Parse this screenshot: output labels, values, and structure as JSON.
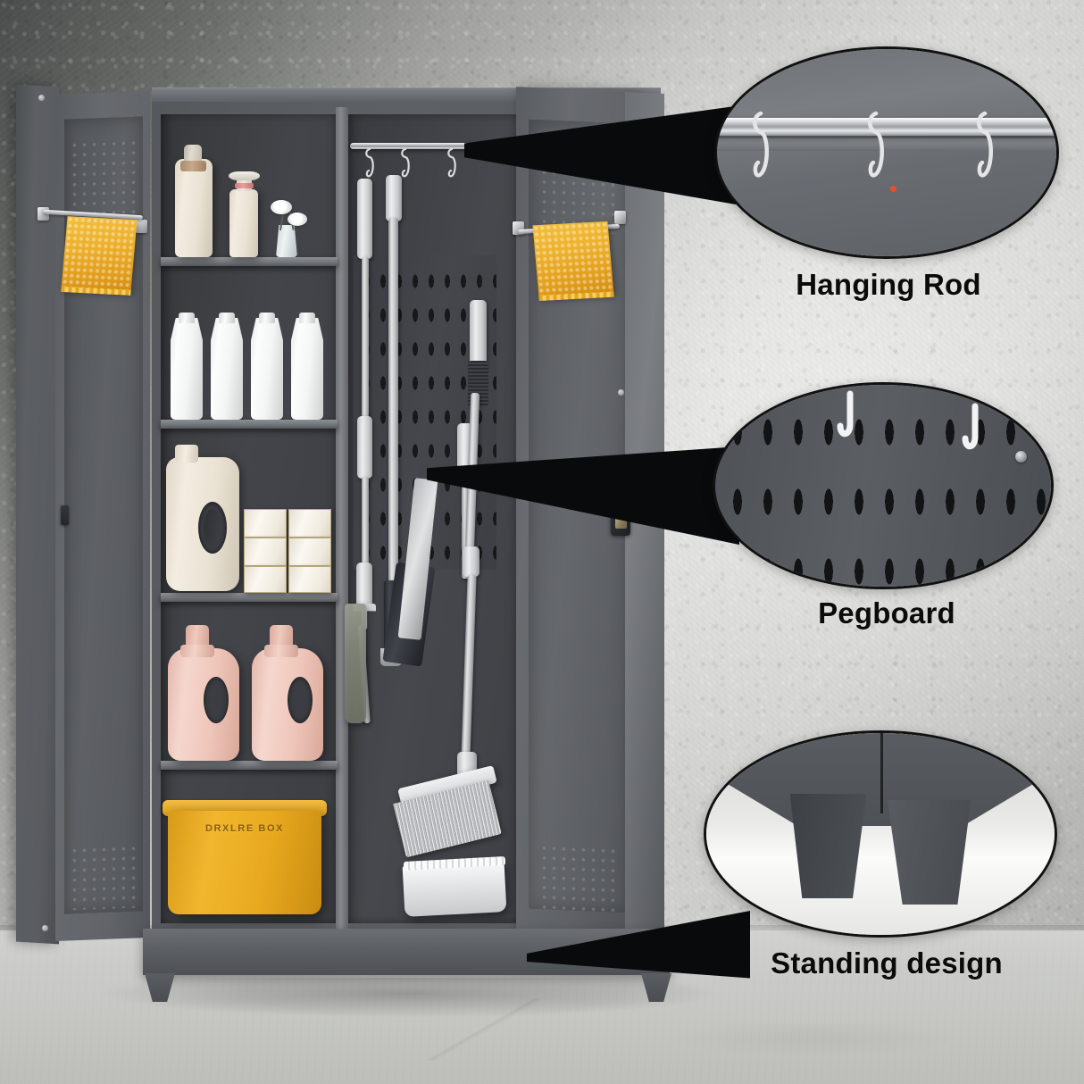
{
  "scene": {
    "title": "Metal storage cabinet product feature infographic",
    "background": {
      "wall_name": "textured-concrete-wall",
      "floor_name": "polished-concrete-floor",
      "wall_color": "#c6c7c4",
      "floor_color": "#cbccc9"
    }
  },
  "product": {
    "name": "Tall metal cleaning supply cabinet",
    "body_color": "#5a5d61",
    "interior_color": "#3d3f44",
    "accent_color": "#edb02c",
    "doors": {
      "left_label": "left-door",
      "right_label": "right-door",
      "state": "open",
      "vent_pattern": "perforated-dot-vents",
      "lock_label": "door-lock"
    },
    "hardware": {
      "rod_color": "#c8cacc",
      "hook_count": 3,
      "pegboard_color": "#42444a",
      "towel_bar_color": "#c4c6c8"
    },
    "towels": [
      {
        "name": "left-door-towel",
        "color": "#edb02c"
      },
      {
        "name": "right-door-towel",
        "color": "#edb02c"
      }
    ],
    "shelves": [
      {
        "index": 1,
        "name": "shelf-top",
        "items": [
          {
            "name": "detergent-bottle-large",
            "color": "#f1ece2"
          },
          {
            "name": "pump-dispenser-bottle",
            "color": "#f3efe6"
          },
          {
            "name": "flower-vase-decor",
            "color": "#e8edef"
          }
        ]
      },
      {
        "index": 2,
        "name": "shelf-second",
        "items": [
          {
            "name": "cleaner-bottle-white-1",
            "color": "#fafbfb"
          },
          {
            "name": "cleaner-bottle-white-2",
            "color": "#fafbfb"
          },
          {
            "name": "cleaner-bottle-white-3",
            "color": "#fafbfb"
          },
          {
            "name": "cleaner-bottle-white-4",
            "color": "#fafbfb"
          }
        ]
      },
      {
        "index": 3,
        "name": "shelf-third",
        "items": [
          {
            "name": "detergent-jug-cream",
            "color": "#eee7d8"
          },
          {
            "name": "tissue-box-stack",
            "color": "#f7f3ea",
            "count": 6
          }
        ]
      },
      {
        "index": 4,
        "name": "shelf-fourth",
        "items": [
          {
            "name": "detergent-jug-pink-1",
            "color": "#f0c9bd"
          },
          {
            "name": "detergent-jug-pink-2",
            "color": "#f0c9bd"
          }
        ]
      },
      {
        "index": 5,
        "name": "shelf-bottom",
        "items": [
          {
            "name": "storage-bin-yellow",
            "color": "#e8a91f",
            "label": "DRXLRE BOX"
          }
        ]
      }
    ],
    "tall_compartment": {
      "name": "broom-compartment",
      "items": [
        {
          "name": "telescopic-duster"
        },
        {
          "name": "mop-handle"
        },
        {
          "name": "squeegee-tool"
        },
        {
          "name": "cleaning-cloth"
        },
        {
          "name": "broom"
        },
        {
          "name": "dustpan"
        }
      ]
    }
  },
  "callouts": [
    {
      "id": "hanging-rod",
      "label": "Hanging Rod",
      "detail": "Chrome hanging rod with three S-hooks",
      "text_color": "#0b0b0b"
    },
    {
      "id": "pegboard",
      "label": "Pegboard",
      "detail": "Slotted pegboard panel with white J-hooks",
      "text_color": "#0b0b0b"
    },
    {
      "id": "standing-design",
      "label": "Standing design",
      "detail": "Reinforced corner foot plinth",
      "text_color": "#0b0b0b"
    }
  ]
}
